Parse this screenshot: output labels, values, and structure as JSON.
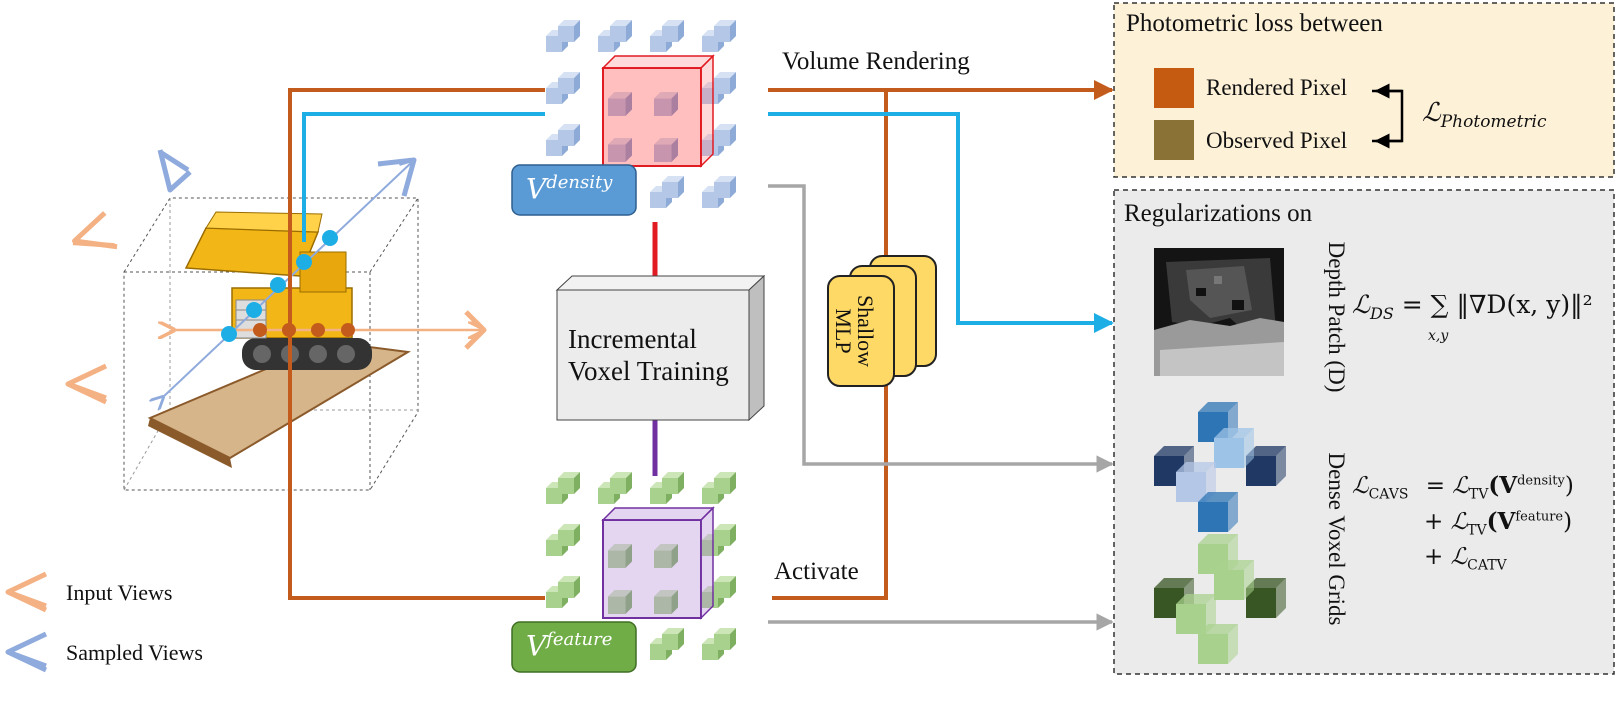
{
  "labels": {
    "volume_rendering": "Volume Rendering",
    "activate": "Activate",
    "incremental_line1": "Incremental",
    "incremental_line2": "Voxel Training",
    "shallow_line1": "Shallow",
    "shallow_line2": "MLP",
    "v_density_base": "V",
    "v_density_sup": "density",
    "v_feature_base": "V",
    "v_feature_sup": "feature"
  },
  "legend": {
    "input_views": "Input Views",
    "sampled_views": "Sampled Views"
  },
  "photometric_panel": {
    "title": "Photometric loss between",
    "rendered": "Rendered Pixel",
    "observed": "Observed Pixel",
    "loss_symbol": "ℒ",
    "loss_sub": "Photometric"
  },
  "regularization_panel": {
    "title": "Regularizations on",
    "depth_patch_label": "Depth Patch (D)",
    "dense_voxel_label": "Dense Voxel Grids",
    "ds_lhs": "ℒ",
    "ds_lhs_sub": "DS",
    "ds_rhs": "= ∑ ‖∇D(x, y)‖²",
    "ds_sum_sub": "x,y",
    "cavs_lhs": "ℒ",
    "cavs_lhs_sub": "CAVS",
    "cavs_line1": "= ℒ",
    "cavs_line1_sub": "TV",
    "cavs_line1_arg": "(V",
    "cavs_line1_sup": "density",
    "cavs_line1_close": ")",
    "cavs_line2": "+ ℒ",
    "cavs_line2_sub": "TV",
    "cavs_line2_arg": "(V",
    "cavs_line2_sup": "feature",
    "cavs_line2_close": ")",
    "cavs_line3": "+ ℒ",
    "cavs_line3_sub": "CATV"
  },
  "colors": {
    "orange_path": "#c25b1c",
    "blue_path": "#1eaee6",
    "gray_path": "#a6a6a6",
    "red_link": "#e11b22",
    "purple_link": "#7030a0",
    "density_cube": "#b4c7e7",
    "feature_cube": "#a9d18e",
    "density_tag": "#5b9bd5",
    "feature_tag": "#70ad47",
    "mlp_fill": "#ffd966",
    "photometric_bg": "#fdf1d8",
    "regularization_bg": "#ebebeb",
    "rendered_pixel": "#c55a11",
    "observed_pixel": "#8a7135",
    "input_view": "#f4b183",
    "sampled_view": "#8faadc"
  }
}
